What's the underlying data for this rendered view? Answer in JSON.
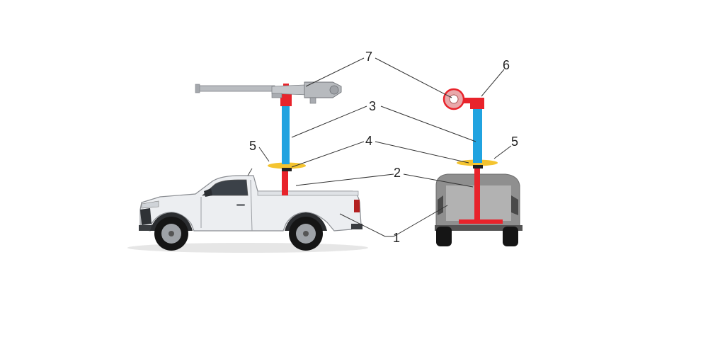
{
  "callouts": {
    "c1": "1",
    "c2": "2",
    "c3": "3",
    "c4": "4",
    "c5_left": "5",
    "c5_right": "5",
    "c6": "6",
    "c7": "7"
  },
  "colors": {
    "mast_blue": "#21a3e0",
    "mount_red": "#e8232b",
    "plate_yellow": "#f4c430",
    "truck_body": "#eceef1",
    "truck_rear_gray": "#8f8f8f",
    "tire_black": "#151515",
    "monitor_gray": "#b9bcc0"
  }
}
